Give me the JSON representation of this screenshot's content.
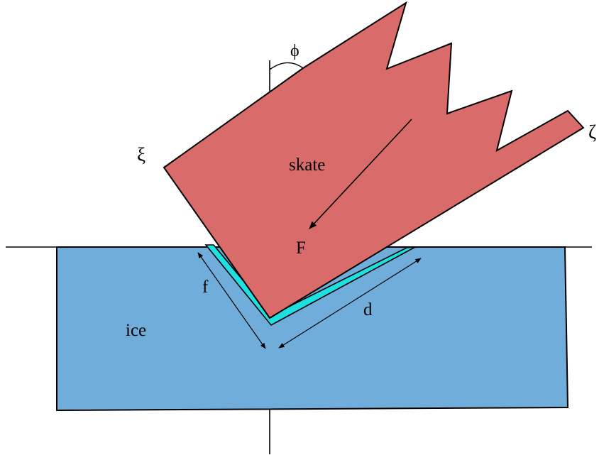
{
  "diagram": {
    "labels": {
      "skate": "skate",
      "ice": "ice",
      "force": "F",
      "depth": "d",
      "film": "f",
      "angle": "ϕ",
      "xi": "ξ",
      "zeta": "ζ"
    },
    "colors": {
      "ice": "#70ADDA",
      "skate": "#D96B6B",
      "meltwater": "#1EE0E0",
      "outline": "#000000",
      "background": "#FFFFFF"
    }
  }
}
